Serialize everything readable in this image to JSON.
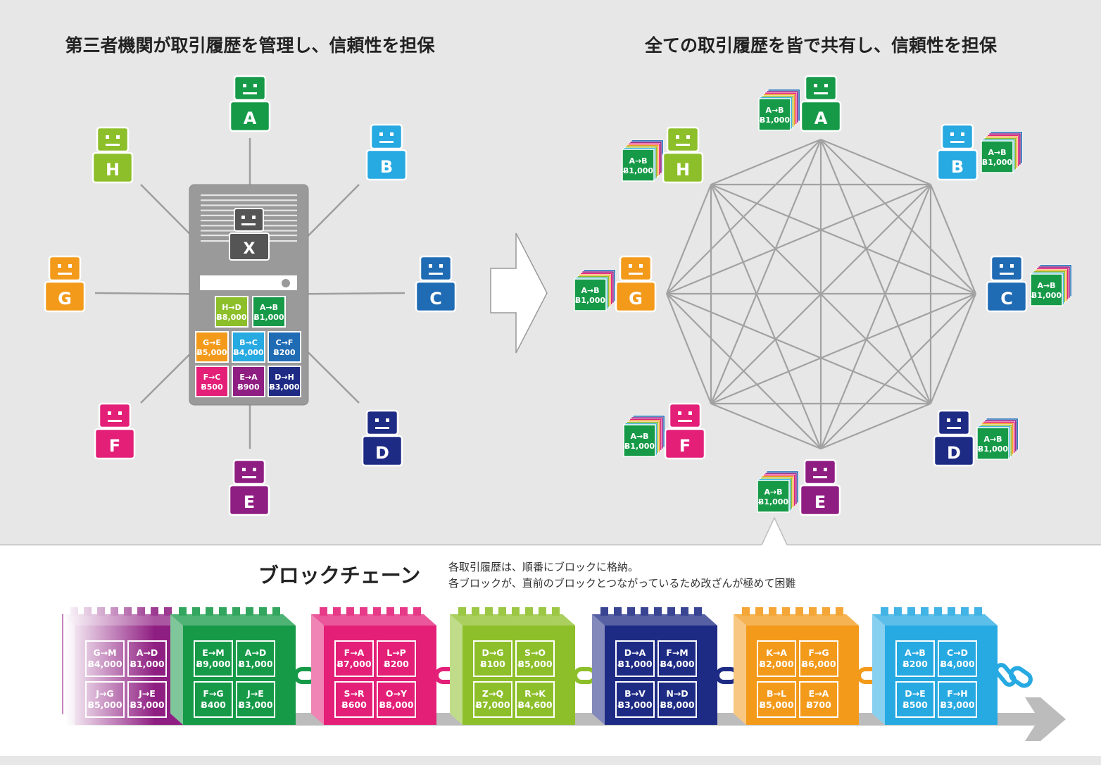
{
  "left_title": "第三者機関が取引履歴を管理し、信頼性を担保",
  "right_title": "全ての取引履歴を皆で共有し、信頼性を担保",
  "hub_label": "X",
  "colors": {
    "A": "#169a48",
    "B": "#27a9e1",
    "C": "#1f6bb4",
    "D": "#1e2b84",
    "E": "#8f1e82",
    "F": "#e31f78",
    "G": "#f39a1b",
    "H": "#8dbf2a",
    "background": "#e7e7e7",
    "line": "#9e9e9e",
    "server": "#9a9a9a"
  },
  "left_nodes": [
    {
      "id": "A",
      "label": "A"
    },
    {
      "id": "B",
      "label": "B"
    },
    {
      "id": "C",
      "label": "C"
    },
    {
      "id": "D",
      "label": "D"
    },
    {
      "id": "E",
      "label": "E"
    },
    {
      "id": "F",
      "label": "F"
    },
    {
      "id": "G",
      "label": "G"
    },
    {
      "id": "H",
      "label": "H"
    }
  ],
  "server_ledger": [
    {
      "pair": "H→D",
      "amount": "Ƀ8,000",
      "color": "H"
    },
    {
      "pair": "A→B",
      "amount": "Ƀ1,000",
      "color": "A"
    },
    {
      "pair": "G→E",
      "amount": "Ƀ5,000",
      "color": "G"
    },
    {
      "pair": "B→C",
      "amount": "Ƀ4,000",
      "color": "B"
    },
    {
      "pair": "C→F",
      "amount": "Ƀ200",
      "color": "C"
    },
    {
      "pair": "F→C",
      "amount": "Ƀ500",
      "color": "F"
    },
    {
      "pair": "E→A",
      "amount": "Ƀ900",
      "color": "E"
    },
    {
      "pair": "D→H",
      "amount": "Ƀ3,000",
      "color": "D"
    }
  ],
  "right_nodes": [
    {
      "id": "A",
      "label": "A"
    },
    {
      "id": "B",
      "label": "B"
    },
    {
      "id": "C",
      "label": "C"
    },
    {
      "id": "D",
      "label": "D"
    },
    {
      "id": "E",
      "label": "E"
    },
    {
      "id": "F",
      "label": "F"
    },
    {
      "id": "G",
      "label": "G"
    },
    {
      "id": "H",
      "label": "H"
    }
  ],
  "shared_ledger": {
    "pair": "A→B",
    "amount": "Ƀ1,000"
  },
  "blockchain": {
    "title": "ブロックチェーン",
    "description_line1": "各取引履歴は、順番にブロックに格納。",
    "description_line2": "各ブロックが、直前のブロックとつながっているため改ざんが極めて困難",
    "blocks": [
      {
        "color": "E",
        "cells": [
          [
            "G→M",
            "Ƀ4,000"
          ],
          [
            "A→D",
            "Ƀ1,000"
          ],
          [
            "J→G",
            "Ƀ5,000"
          ],
          [
            "J→E",
            "Ƀ3,000"
          ]
        ]
      },
      {
        "color": "A",
        "cells": [
          [
            "E→M",
            "Ƀ9,000"
          ],
          [
            "A→D",
            "Ƀ1,000"
          ],
          [
            "F→G",
            "Ƀ400"
          ],
          [
            "J→E",
            "Ƀ3,000"
          ]
        ]
      },
      {
        "color": "F",
        "cells": [
          [
            "F→A",
            "Ƀ7,000"
          ],
          [
            "L→P",
            "Ƀ200"
          ],
          [
            "S→R",
            "Ƀ600"
          ],
          [
            "O→Y",
            "Ƀ8,000"
          ]
        ]
      },
      {
        "color": "H",
        "cells": [
          [
            "D→G",
            "Ƀ100"
          ],
          [
            "S→O",
            "Ƀ5,000"
          ],
          [
            "Z→Q",
            "Ƀ7,000"
          ],
          [
            "R→K",
            "Ƀ4,600"
          ]
        ]
      },
      {
        "color": "D",
        "cells": [
          [
            "D→A",
            "Ƀ1,000"
          ],
          [
            "F→M",
            "Ƀ4,000"
          ],
          [
            "B→V",
            "Ƀ3,000"
          ],
          [
            "N→D",
            "Ƀ8,000"
          ]
        ]
      },
      {
        "color": "G",
        "cells": [
          [
            "K→A",
            "Ƀ2,000"
          ],
          [
            "F→G",
            "Ƀ6,000"
          ],
          [
            "B→L",
            "Ƀ5,000"
          ],
          [
            "E→A",
            "Ƀ700"
          ]
        ]
      },
      {
        "color": "B",
        "cells": [
          [
            "A→B",
            "Ƀ200"
          ],
          [
            "C→D",
            "Ƀ4,000"
          ],
          [
            "D→E",
            "Ƀ500"
          ],
          [
            "F→H",
            "Ƀ3,000"
          ]
        ]
      }
    ]
  }
}
